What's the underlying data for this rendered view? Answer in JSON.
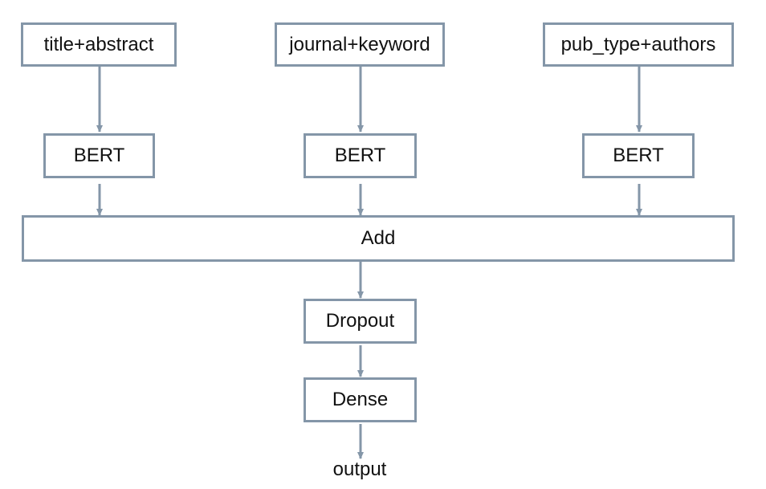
{
  "colors": {
    "stroke": "#8496a8",
    "text": "#111111",
    "background": "#ffffff"
  },
  "inputs": [
    {
      "label": "title+abstract"
    },
    {
      "label": "journal+keyword"
    },
    {
      "label": "pub_type+authors"
    }
  ],
  "encoders": [
    {
      "label": "BERT"
    },
    {
      "label": "BERT"
    },
    {
      "label": "BERT"
    }
  ],
  "merge": {
    "label": "Add"
  },
  "dropout": {
    "label": "Dropout"
  },
  "dense": {
    "label": "Dense"
  },
  "output": {
    "label": "output"
  }
}
